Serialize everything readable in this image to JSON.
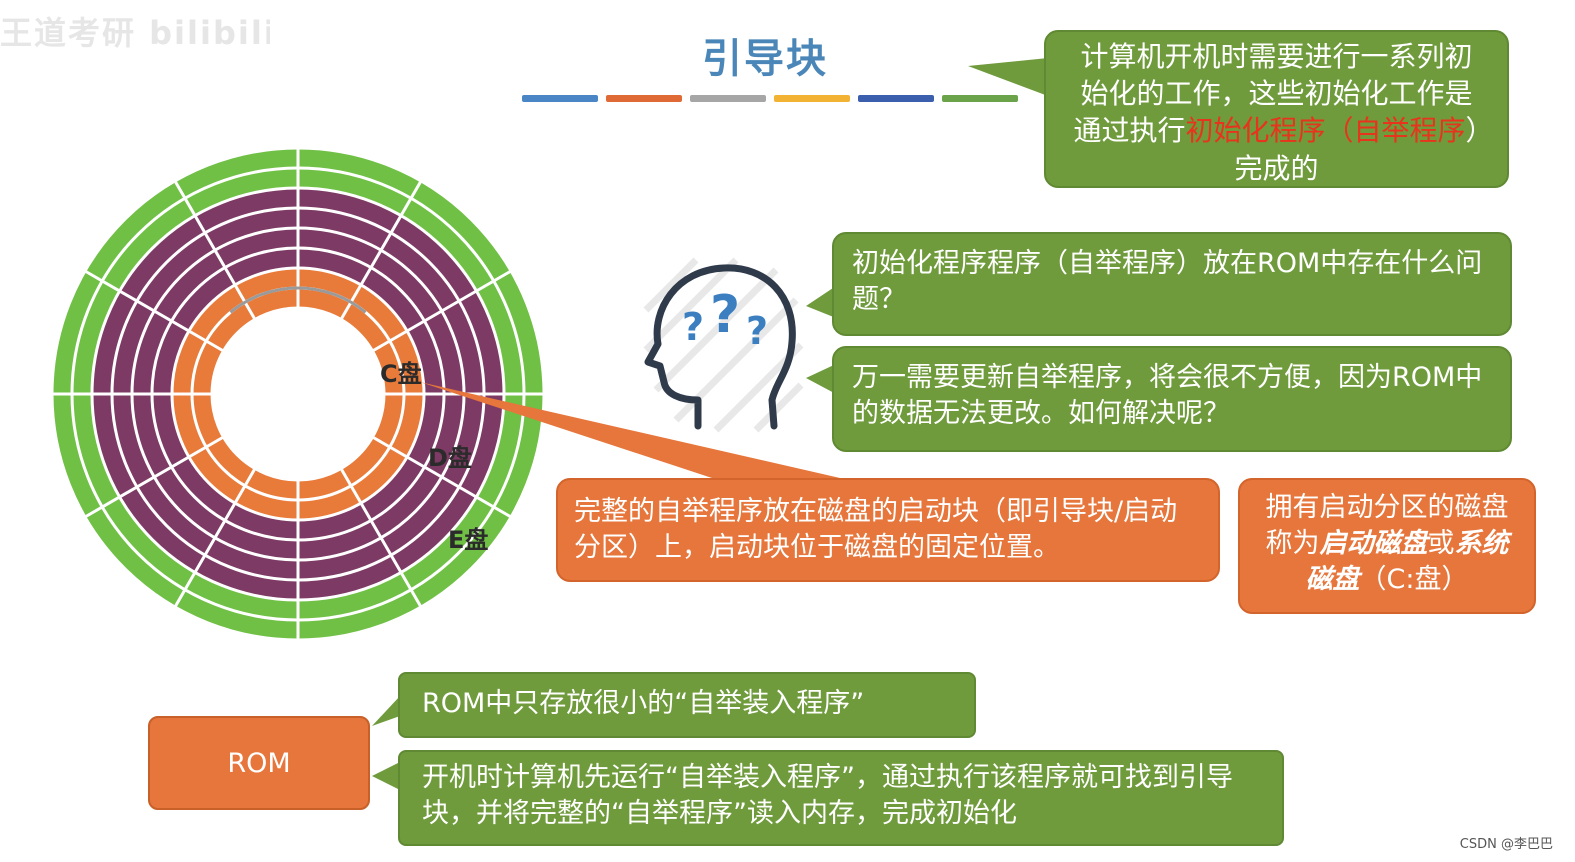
{
  "watermark_text": "王道考研 bilibili",
  "title": "引导块",
  "title_bar_colors": [
    "#4a86c6",
    "#e06a35",
    "#a6a6a6",
    "#f2b233",
    "#3c5fad",
    "#6aa34a"
  ],
  "disk_colors": {
    "outer": "#6fc045",
    "middle": "#7d3a64",
    "inner": "#e87a3a",
    "line": "#ffffff"
  },
  "disk_labels": {
    "c": "C盘",
    "d": "D盘",
    "e": "E盘"
  },
  "callouts": {
    "init": {
      "part1": "计算机开机时需要进行一系列初始化的工作，这些初始化工作是通过执行",
      "highlight": "初始化程序（自举程序",
      "part2": "）完成的"
    },
    "question": "初始化程序程序（自举程序）放在ROM中存在什么问题？",
    "answer": "万一需要更新自举程序，将会很不方便，因为ROM中的数据无法更改。如何解决呢？",
    "boot_block": "完整的自举程序放在磁盘的启动块（即引导块/启动分区）上，启动块位于磁盘的固定位置。",
    "boot_disk": {
      "part1": "拥有启动分区的磁盘称为",
      "em1": "启动磁盘",
      "part2": "或",
      "em2": "系统磁盘",
      "part3": "（C:盘）"
    },
    "rom_note": "ROM中只存放很小的“自举装入程序”",
    "boot_process": "开机时计算机先运行“自举装入程序”，通过执行该程序就可找到引导块，并将完整的“自举程序”读入内存，完成初始化"
  },
  "rom_label": "ROM",
  "icons": {
    "head": "thinking-head-question-icon"
  },
  "colors": {
    "green": "#6f9b3c",
    "orange": "#e6763b",
    "highlight": "#e8341c"
  },
  "credit": "CSDN @李巴巴"
}
